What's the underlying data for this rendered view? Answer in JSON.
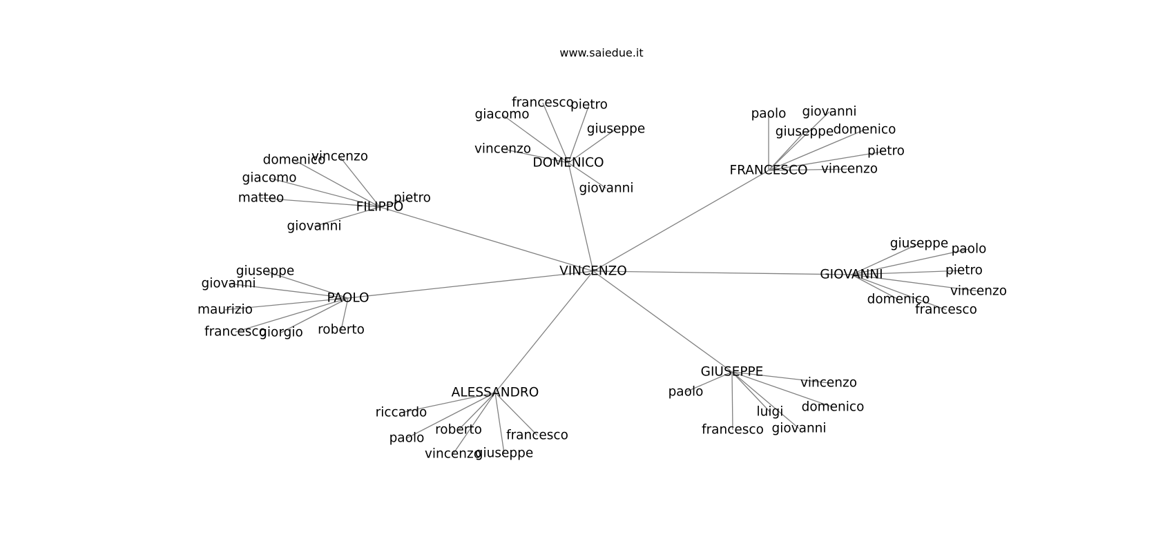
{
  "title": "www.saiedue.it",
  "colors": {
    "edge": "#808080",
    "text": "#000000",
    "background": "#ffffff"
  },
  "root": "VINCENZO",
  "hubs": [
    {
      "name": "DOMENICO",
      "children": [
        "francesco",
        "pietro",
        "giacomo",
        "giuseppe",
        "vincenzo",
        "giovanni"
      ]
    },
    {
      "name": "FRANCESCO",
      "children": [
        "paolo",
        "giovanni",
        "giuseppe",
        "domenico",
        "pietro",
        "vincenzo"
      ]
    },
    {
      "name": "FILIPPO",
      "children": [
        "domenico",
        "vincenzo",
        "giacomo",
        "pietro",
        "matteo",
        "giovanni"
      ]
    },
    {
      "name": "PAOLO",
      "children": [
        "giuseppe",
        "giovanni",
        "maurizio",
        "francesco",
        "giorgio",
        "roberto"
      ]
    },
    {
      "name": "GIOVANNI",
      "children": [
        "giuseppe",
        "paolo",
        "pietro",
        "vincenzo",
        "domenico",
        "francesco"
      ]
    },
    {
      "name": "GIUSEPPE",
      "children": [
        "paolo",
        "vincenzo",
        "domenico",
        "luigi",
        "francesco",
        "giovanni"
      ]
    },
    {
      "name": "ALESSANDRO",
      "children": [
        "riccardo",
        "roberto",
        "francesco",
        "paolo",
        "vincenzo",
        "giuseppe"
      ]
    }
  ]
}
